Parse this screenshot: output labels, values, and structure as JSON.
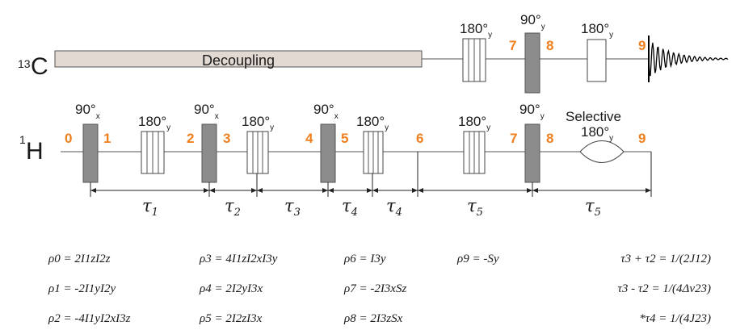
{
  "channels": {
    "carbon": {
      "mass": "13",
      "symbol": "C",
      "decoupling_label": "Decoupling"
    },
    "proton": {
      "mass": "1",
      "symbol": "H"
    }
  },
  "pulse_labels": {
    "p90": "90°",
    "p180": "180°",
    "x": "x",
    "y": "y",
    "selective": "Selective"
  },
  "time_points": {
    "proton": [
      "0",
      "1",
      "2",
      "3",
      "4",
      "5",
      "6",
      "7",
      "8",
      "9"
    ],
    "carbon": [
      "7",
      "8",
      "9"
    ]
  },
  "delays": [
    {
      "symbol": "τ",
      "sub": "1"
    },
    {
      "symbol": "τ",
      "sub": "2"
    },
    {
      "symbol": "τ",
      "sub": "3"
    },
    {
      "symbol": "τ",
      "sub": "4"
    },
    {
      "symbol": "τ",
      "sub": "4"
    },
    {
      "symbol": "τ",
      "sub": "5"
    },
    {
      "symbol": "τ",
      "sub": "5"
    }
  ],
  "density_operators": [
    "ρ0 = 2I1zI2z",
    "ρ1 = -2I1yI2y",
    "ρ2 = -4I1yI2xI3z",
    "ρ3 = 4I1zI2xI3y",
    "ρ4 = 2I2yI3x",
    "ρ5 = 2I2zI3x",
    "ρ6 = I3y",
    "ρ7 = -2I3xSz",
    "ρ8 = 2I3zSx",
    "ρ9 = -Sy"
  ],
  "delay_relations": [
    "τ3 + τ2 = 1/(2J12)",
    "τ3 - τ2 = 1/(4Δν23)",
    "*τ4 = 1/(4J23)"
  ]
}
